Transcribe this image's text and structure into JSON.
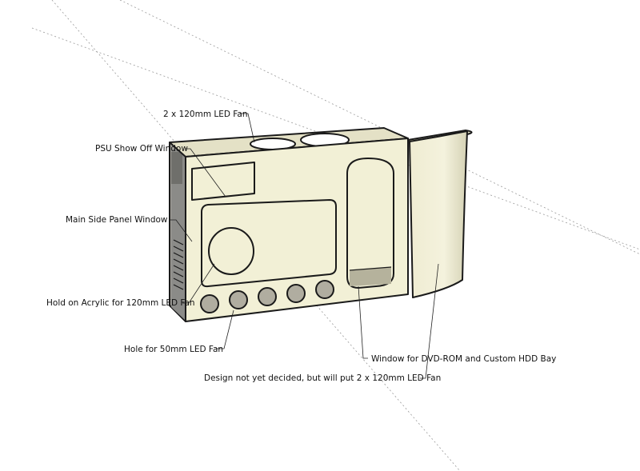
{
  "diagram": {
    "annotations": {
      "top_fans": "2 x 120mm LED Fan",
      "psu_window": "PSU Show Off Window",
      "main_window": "Main Side Panel Window",
      "acrylic_hole": "Hold on Acrylic for 120mm LED Fan",
      "small_fan_holes": "Hole for 50mm LED Fan",
      "dvd_window": "Window for DVD-ROM and Custom HDD Bay",
      "front_design": "Design not yet decided, but will put 2 x 120mm LED Fan"
    },
    "colors": {
      "case_face": "#f2f0d6",
      "case_shade": "#d9d6b8",
      "case_dark": "#8b8b88",
      "hole_fill": "#b0ada0",
      "background": "#ffffff"
    }
  }
}
